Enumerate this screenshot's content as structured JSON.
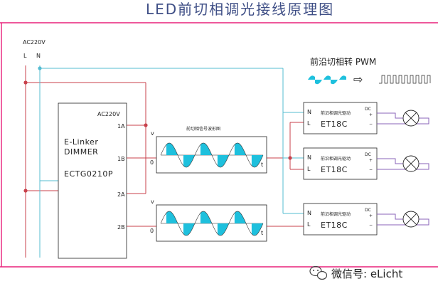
{
  "title": "LED前切相调光接线原理图",
  "power": {
    "label": "AC220V",
    "l_label": "L",
    "n_label": "N"
  },
  "dimmer": {
    "supply_label": "AC220V",
    "brand": "E-Linker",
    "type": "DIMMER",
    "model": "ECTG0210P",
    "terminals": [
      "1A",
      "1B",
      "2A",
      "2B"
    ]
  },
  "waveforms": [
    {
      "title": "前切相信号波形图",
      "v_label": "v",
      "origin_label": "0",
      "t_label": "t"
    },
    {
      "title": "",
      "v_label": "v",
      "origin_label": "0",
      "t_label": "t"
    }
  ],
  "conversion": {
    "label": "前沿切相转 PWM",
    "arrow": "⇨"
  },
  "drivers": [
    {
      "title": "前沿相调光驱动",
      "model": "ET18C",
      "n_label": "N",
      "l_label": "L",
      "dc_label": "DC",
      "plus": "+",
      "minus": "−"
    },
    {
      "title": "前沿相调光驱动",
      "model": "ET18C",
      "n_label": "N",
      "l_label": "L",
      "dc_label": "DC",
      "plus": "+",
      "minus": "−"
    },
    {
      "title": "前沿相调光驱动",
      "model": "ET18C",
      "n_label": "N",
      "l_label": "L",
      "dc_label": "DC",
      "plus": "+",
      "minus": "−"
    }
  ],
  "watermark": {
    "text": "微信号: eLicht",
    "icon": "wechat-icon"
  },
  "colors": {
    "live_wire": "#c8414b",
    "neutral_wire": "#55bcd2",
    "dc_wire": "#8a63b8",
    "frame": "#e8207a",
    "waveform_fill": "#1ec0dd",
    "title": "#3f4f86"
  }
}
